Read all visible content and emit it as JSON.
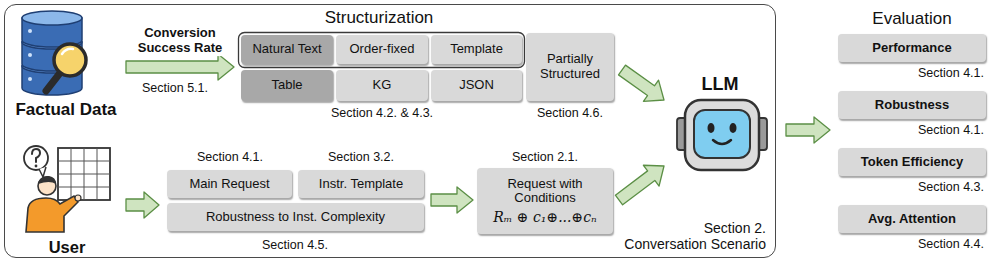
{
  "diagram": {
    "nodes": [
      {
        "text": [
          "Structurization",
          "Section 2.",
          "Conversation Scenario"
        ]
      },
      {
        "text": [
          "Factual Data"
        ],
        "in": 0
      },
      {
        "text": [
          "Section 4.2. & 4.3."
        ],
        "in": 0
      },
      {
        "text": [
          "Natural Text"
        ],
        "in": 2
      },
      {
        "text": [
          "Order-fixed"
        ],
        "in": 2
      },
      {
        "text": [
          "Template"
        ],
        "in": 2
      },
      {
        "text": [
          "Table"
        ],
        "in": 2
      },
      {
        "text": [
          "KG"
        ],
        "in": 2
      },
      {
        "text": [
          "JSON"
        ],
        "in": 2
      },
      {
        "text": [
          "Partially Structured"
        ],
        "in": 0
      },
      {
        "text": [
          "User"
        ],
        "in": 0
      },
      {
        "text": [
          "Section 4.5."
        ],
        "in": 0
      },
      {
        "text": [
          "Main Request"
        ],
        "in": 11
      },
      {
        "text": [
          "Instr. Template"
        ],
        "in": 11
      },
      {
        "text": [
          "Robustness to Inst. Complexity"
        ],
        "in": 11
      },
      {
        "text": [
          "Request with Conditions",
          "Rₘ ⊕ c₁⊕...⊕cₙ"
        ],
        "in": 0
      },
      {
        "text": [
          "LLM"
        ],
        "in": 0
      },
      {
        "text": [
          "Evaluation"
        ]
      },
      {
        "text": [
          "Performance"
        ],
        "in": 17
      },
      {
        "text": [
          "Robustness"
        ],
        "in": 17
      },
      {
        "text": [
          "Token Efficiency"
        ],
        "in": 17
      },
      {
        "text": [
          "Avg. Attention"
        ],
        "in": 17
      }
    ],
    "edges": [
      {
        "from": 1,
        "to": 2,
        "label": "Conversion Success Rate",
        "arrow": "to"
      },
      {
        "from": 9,
        "to": 16,
        "arrow": "to"
      },
      {
        "from": 10,
        "to": 11,
        "arrow": "to"
      },
      {
        "from": 11,
        "to": 15,
        "arrow": "to"
      },
      {
        "from": 15,
        "to": 16,
        "arrow": "to"
      },
      {
        "from": 16,
        "to": 17,
        "arrow": "to"
      }
    ],
    "labels": [
      "Section 5.1.",
      "Section 4.6.",
      "Section 4.1.",
      "Section 3.2.",
      "Section 2.1.",
      "Section 4.1.",
      "Section 4.1.",
      "Section 4.3.",
      "Section 4.4."
    ]
  }
}
